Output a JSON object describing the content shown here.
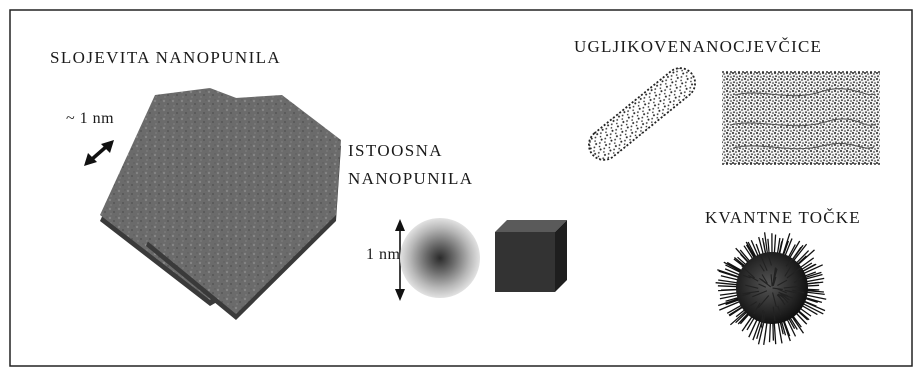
{
  "labels": {
    "layered_fillers": "SLOJEVITA NANOPUNILA",
    "layer_thickness": "~ 1 nm",
    "isotropic_line1": "ISTOOSNA",
    "isotropic_line2": "NANOPUNILA",
    "isotropic_size": "1 nm",
    "carbon_nanotubes": "UGLJIKOVENANOCJEVČICE",
    "quantum_dots": "KVANTNE TOČKE"
  },
  "icons": {
    "layer_arrow": "diagonal-double-arrow-icon",
    "size_arrow": "vertical-double-arrow-icon"
  },
  "colors": {
    "ink": "#1a1a1a",
    "plate": "#6b6b6b",
    "plate_edge": "#3a3a3a",
    "cube_front": "#333333",
    "sphere_core": "#2a2a2a",
    "sphere_rim": "#e2e2e2"
  }
}
